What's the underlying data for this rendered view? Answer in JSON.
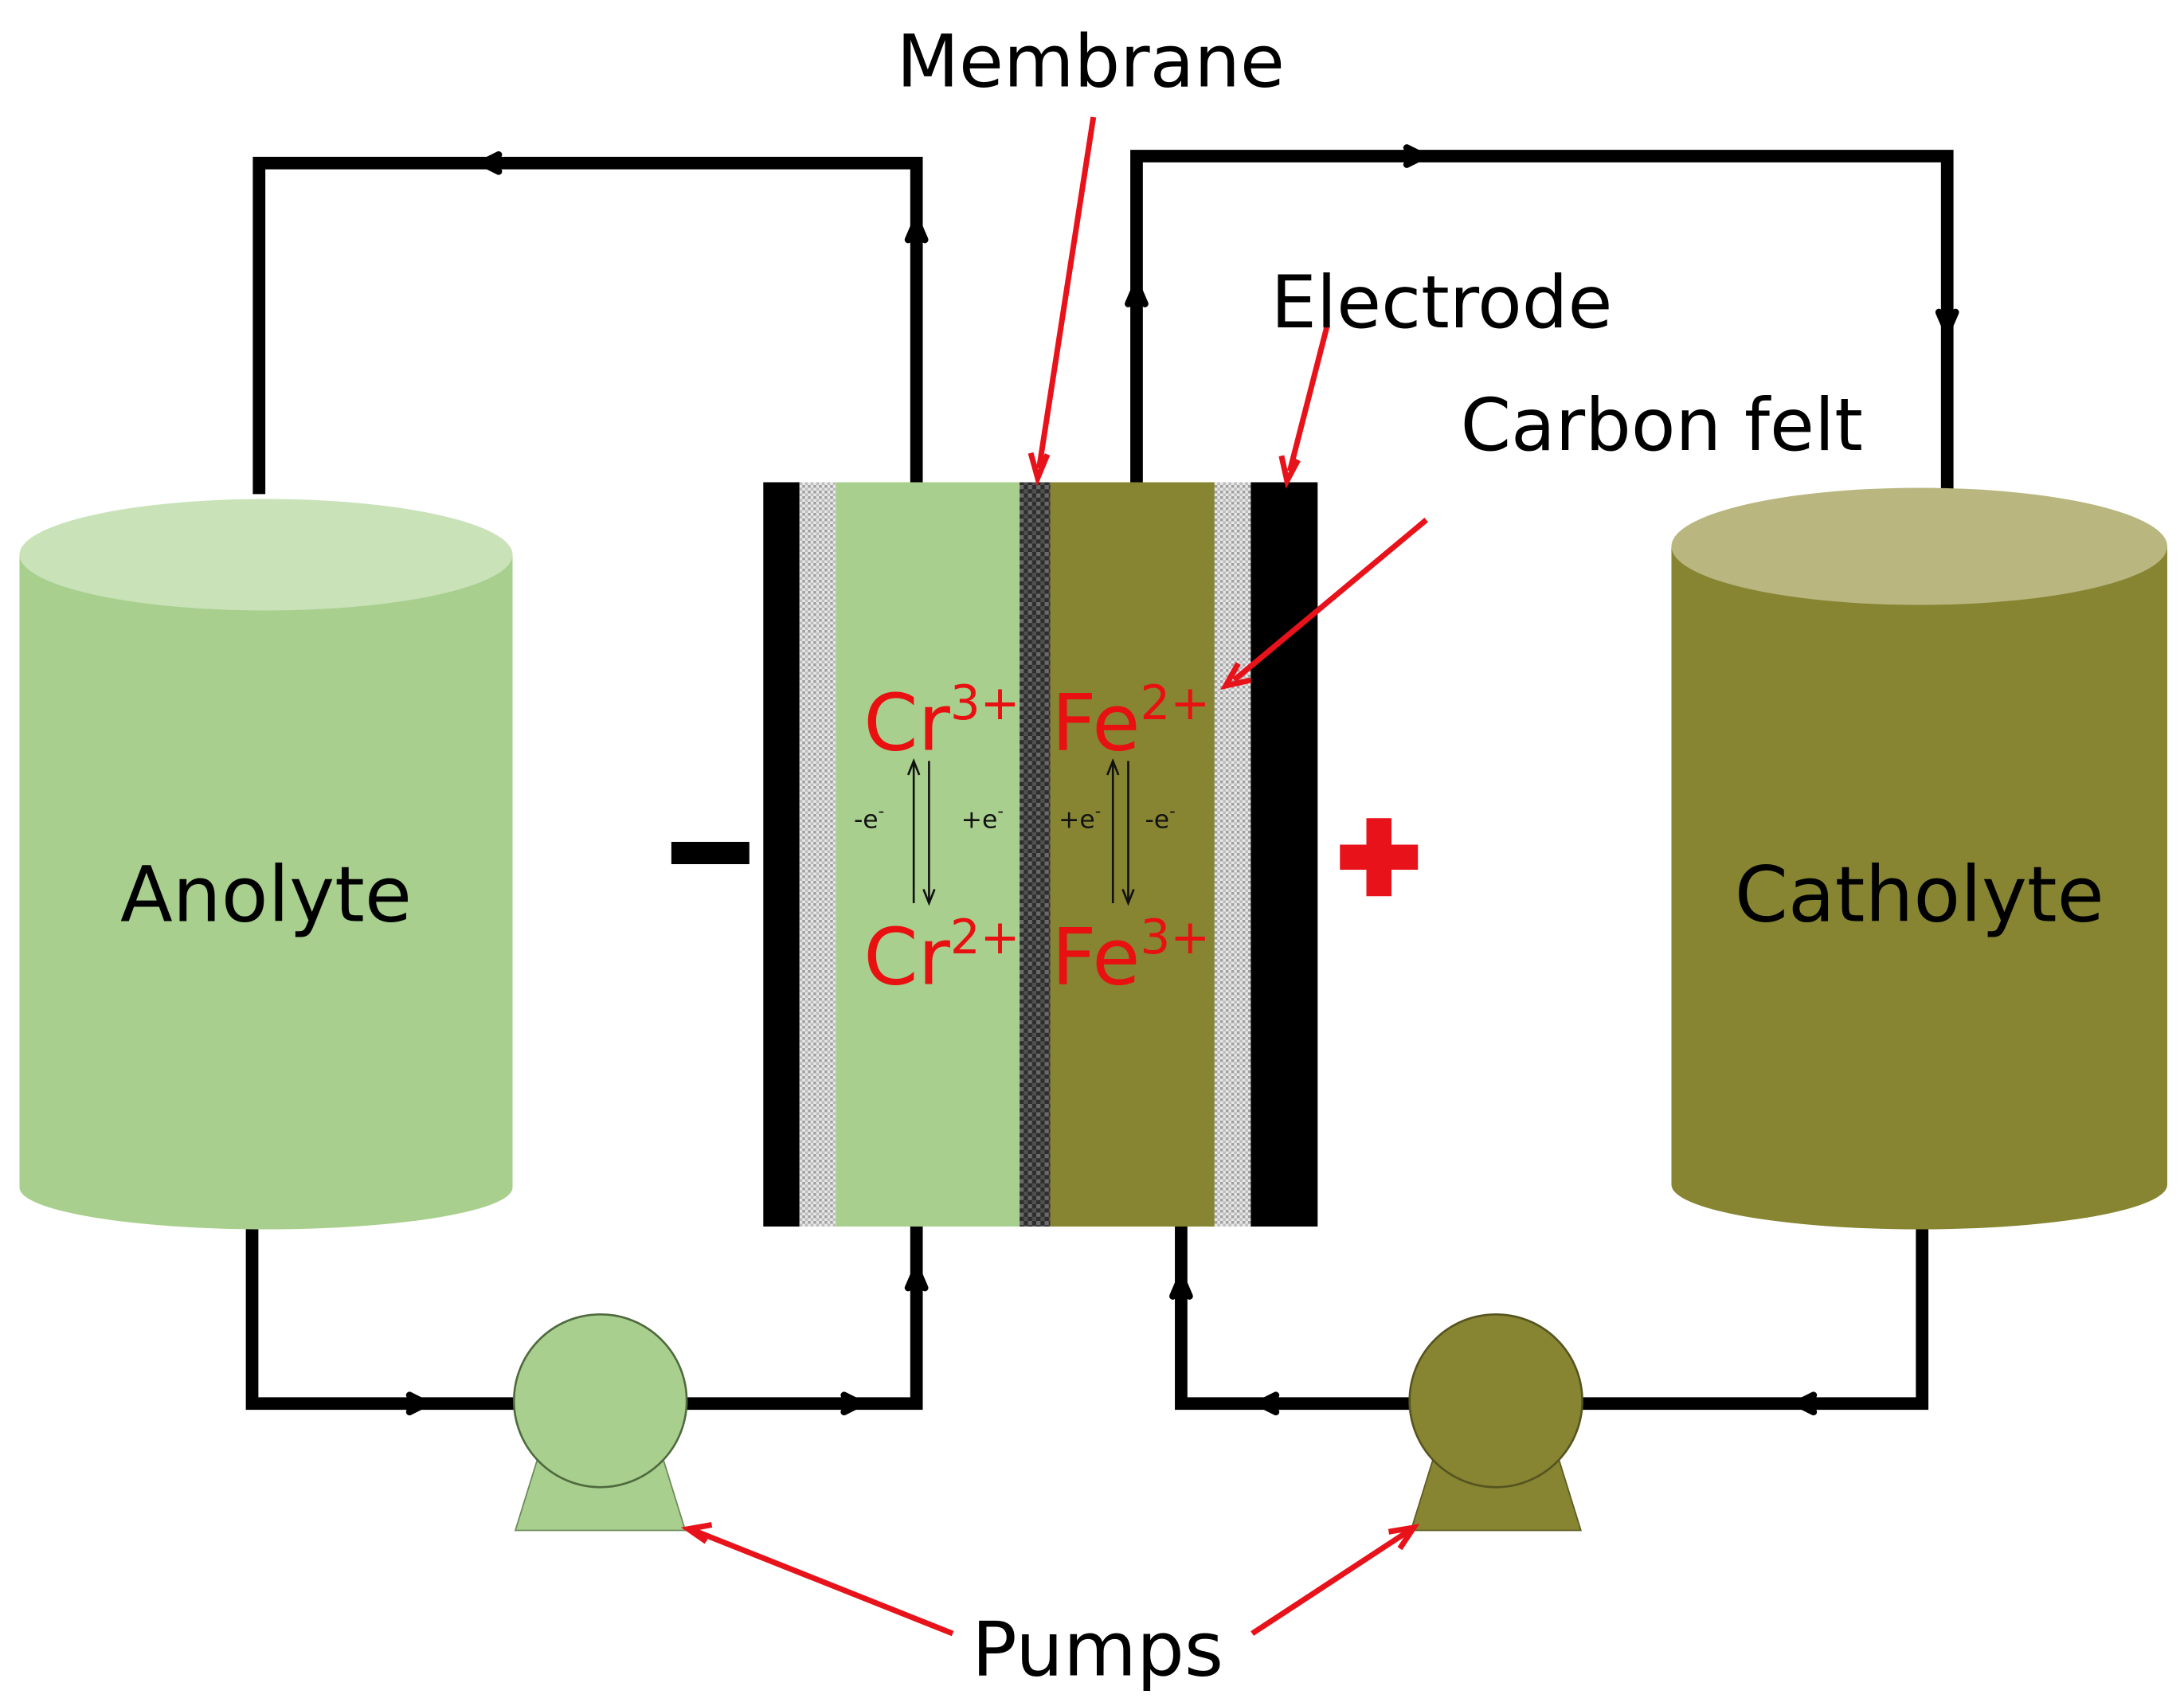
{
  "labels": {
    "membrane": "Membrane",
    "electrode": "Electrode",
    "carbon_felt": "Carbon felt",
    "anolyte": "Anolyte",
    "catholyte": "Catholyte",
    "pumps": "Pumps",
    "negative": "−",
    "positive": "+"
  },
  "anode_side": {
    "oxidized_ion": "Cr",
    "oxidized_charge": "3+",
    "reduced_ion": "Cr",
    "reduced_charge": "2+",
    "lose_electron": "-e",
    "gain_electron": "+e",
    "electron_sup": "-"
  },
  "cathode_side": {
    "reduced_ion": "Fe",
    "reduced_charge": "2+",
    "oxidized_ion": "Fe",
    "oxidized_charge": "3+",
    "gain_electron": "+e",
    "lose_electron": "-e",
    "electron_sup": "-"
  },
  "colors": {
    "anolyte": "#a8cf8e",
    "anolyte_top": "#c9e2b8",
    "catholyte": "#878532",
    "catholyte_top": "#b9b67f",
    "pointer": "#e8121a",
    "ion_text": "#e81010",
    "plate": "#000000",
    "membrane": "#3c3c3c"
  },
  "icons": [
    "flow-arrow-icon",
    "pump-icon",
    "tank-icon",
    "pointer-arrow-icon"
  ]
}
